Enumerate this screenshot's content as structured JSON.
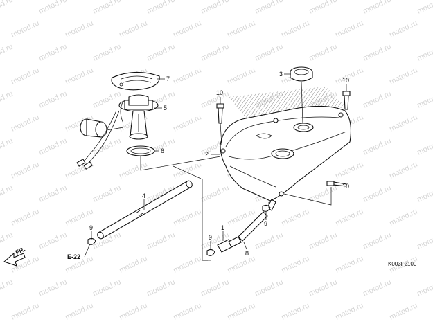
{
  "diagram": {
    "ref_code": "K003F2100",
    "direction": {
      "label": "FR."
    },
    "section_ref": "E-22",
    "watermark": "motod.ru",
    "callouts": [
      {
        "num": "1"
      },
      {
        "num": "2"
      },
      {
        "num": "3"
      },
      {
        "num": "4"
      },
      {
        "num": "5"
      },
      {
        "num": "6"
      },
      {
        "num": "7"
      },
      {
        "num": "8"
      },
      {
        "num": "9"
      },
      {
        "num": "9"
      },
      {
        "num": "9"
      },
      {
        "num": "10"
      },
      {
        "num": "10"
      },
      {
        "num": "10"
      }
    ]
  }
}
